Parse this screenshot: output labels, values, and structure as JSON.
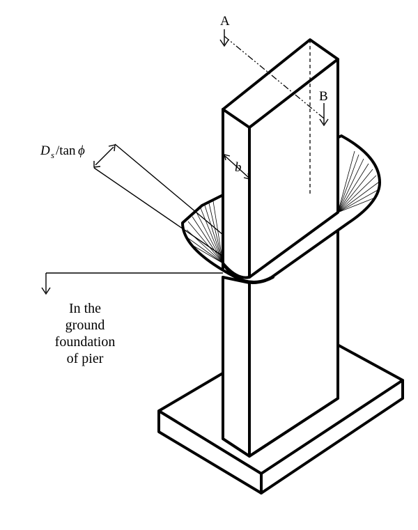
{
  "labels": {
    "section_a": "A",
    "section_b": "B",
    "dim_b": "b",
    "ds_main": "D",
    "ds_sub": "s",
    "ds_rest": "/tan",
    "ds_phi": "ϕ"
  },
  "note": {
    "line1": "In the",
    "line2": "ground",
    "line3": "foundation",
    "line4": "of pier"
  }
}
